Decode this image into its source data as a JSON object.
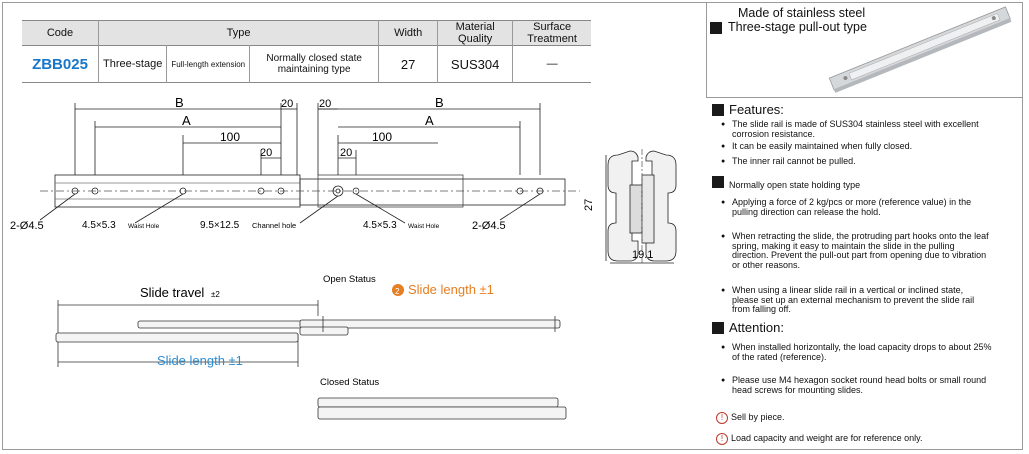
{
  "table": {
    "headers": [
      "Code",
      "Type",
      "Width",
      "Material Quality",
      "Surface Treatment"
    ],
    "row": {
      "code": "ZBB025",
      "type1": "Three-stage",
      "type2": "Full-length extension",
      "type3": "Normally closed state maintaining type",
      "width": "27",
      "material": "SUS304",
      "surface": "—"
    }
  },
  "product": {
    "title1": "Made of stainless steel",
    "title2": "Three-stage pull-out type"
  },
  "drawing": {
    "dim_B": "B",
    "dim_A": "A",
    "dim_20": "20",
    "dim_100": "100",
    "hole_45": "2-Ø4.5",
    "waist_hole": "4.5×5.3",
    "waist_hole_label": "Waist Hole",
    "channel_hole": "9.5×12.5",
    "channel_hole_label": "Channel hole",
    "dim_27": "27",
    "dim_191": "19.1"
  },
  "status": {
    "open": "Open Status",
    "closed": "Closed Status",
    "slide_travel": "Slide travel",
    "slide_travel_tol": "±2",
    "slide_length": "Slide length ±1",
    "slide_length_num": "2"
  },
  "features": {
    "heading": "Features:",
    "items": [
      "The slide rail is made of SUS304 stainless steel with excellent corrosion resistance.",
      "It can be easily maintained when fully closed.",
      "The inner rail cannot be pulled."
    ],
    "holding_heading": "Normally open state holding type",
    "holding_items": [
      "Applying a force of 2 kg/pcs or more (reference value) in the pulling direction can release the hold.",
      "When retracting the slide, the protruding part hooks onto the leaf spring, making it easy to maintain the slide in the pulling direction. Prevent the pull-out part from opening due to vibration or other reasons.",
      "When using a linear slide rail in a vertical or inclined state, please set up an external mechanism to prevent the slide rail from falling off."
    ]
  },
  "attention": {
    "heading": "Attention:",
    "items": [
      "When installed horizontally, the load capacity drops to about 25% of the rated (reference).",
      "Please use M4 hexagon socket round head bolts or small round head screws for mounting slides."
    ],
    "notes": [
      "Sell by piece.",
      "Load capacity and weight are for reference only."
    ]
  }
}
